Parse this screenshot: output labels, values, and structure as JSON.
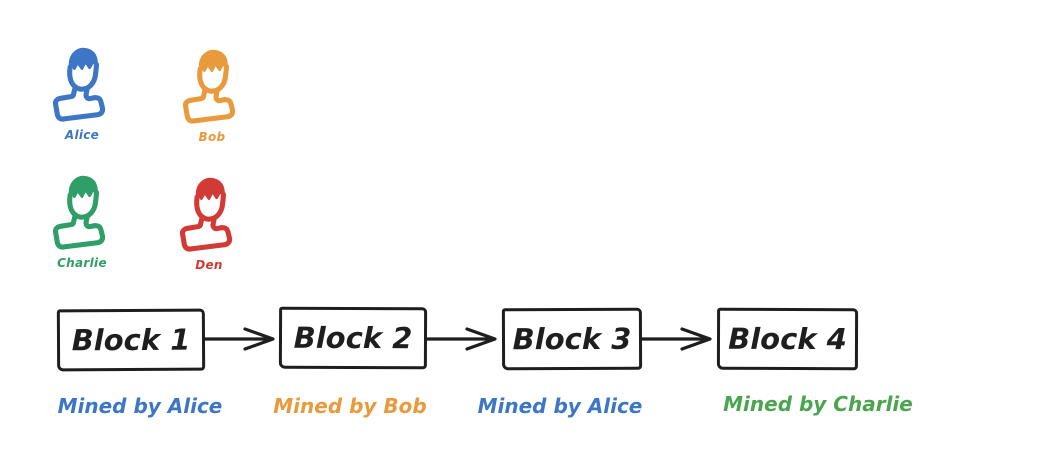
{
  "canvas": {
    "background": "#ffffff",
    "stroke": "#1e1e1e"
  },
  "miners": [
    {
      "name": "Alice",
      "color": "#3c76c5"
    },
    {
      "name": "Bob",
      "color": "#e89a3d"
    },
    {
      "name": "Charlie",
      "color": "#2f9e68"
    },
    {
      "name": "Den",
      "color": "#d23b35"
    }
  ],
  "blocks": [
    {
      "label": "Block 1",
      "mined_by": "Mined by Alice",
      "mined_by_color": "#3c76c5"
    },
    {
      "label": "Block 2",
      "mined_by": "Mined by Bob",
      "mined_by_color": "#e89a3d"
    },
    {
      "label": "Block 3",
      "mined_by": "Mined by Alice",
      "mined_by_color": "#3c76c5"
    },
    {
      "label": "Block 4",
      "mined_by": "Mined by Charlie",
      "mined_by_color": "#4aa54e"
    }
  ]
}
